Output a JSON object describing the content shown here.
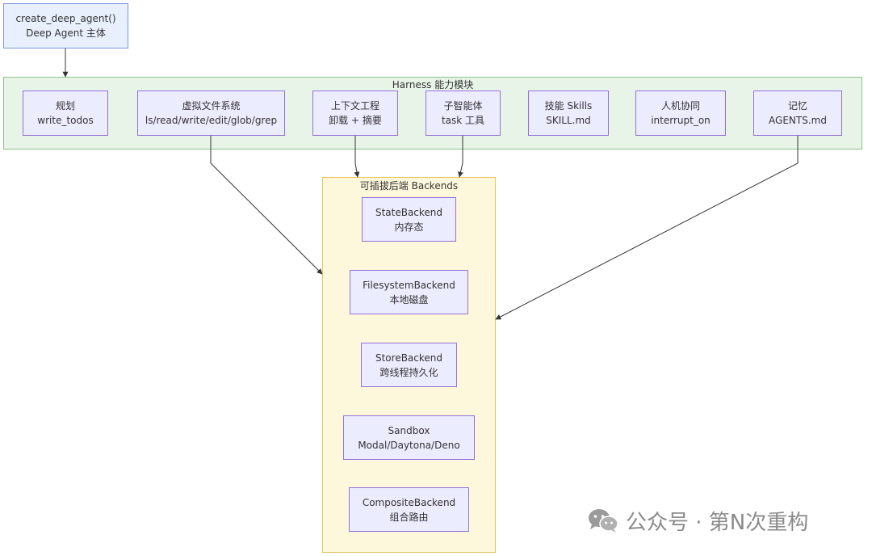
{
  "main_node": {
    "line1": "create_deep_agent()",
    "line2": "Deep Agent 主体"
  },
  "harness": {
    "title": "Harness 能力模块",
    "modules": [
      {
        "line1": "规划",
        "line2": "write_todos"
      },
      {
        "line1": "虚拟文件系统",
        "line2": "ls/read/write/edit/glob/grep"
      },
      {
        "line1": "上下文工程",
        "line2": "卸载 + 摘要"
      },
      {
        "line1": "子智能体",
        "line2": "task 工具"
      },
      {
        "line1": "技能 Skills",
        "line2": "SKILL.md"
      },
      {
        "line1": "人机协同",
        "line2": "interrupt_on"
      },
      {
        "line1": "记忆",
        "line2": "AGENTS.md"
      }
    ]
  },
  "backends": {
    "title": "可插拔后端 Backends",
    "items": [
      {
        "line1": "StateBackend",
        "line2": "内存态"
      },
      {
        "line1": "FilesystemBackend",
        "line2": "本地磁盘"
      },
      {
        "line1": "StoreBackend",
        "line2": "跨线程持久化"
      },
      {
        "line1": "Sandbox",
        "line2": "Modal/Daytona/Deno"
      },
      {
        "line1": "CompositeBackend",
        "line2": "组合路由"
      }
    ]
  },
  "watermark": {
    "text": "公众号 · 第N次重构",
    "icon": "wechat-icon"
  },
  "colors": {
    "node_fill": "#ececff",
    "node_border": "#9370db",
    "main_fill": "#e8f0fd",
    "main_border": "#7a99d8",
    "harness_fill": "#e8f4e8",
    "harness_border": "#8bc48b",
    "backends_fill": "#fdf8dc",
    "backends_border": "#e6c65b",
    "edge": "#333333"
  }
}
